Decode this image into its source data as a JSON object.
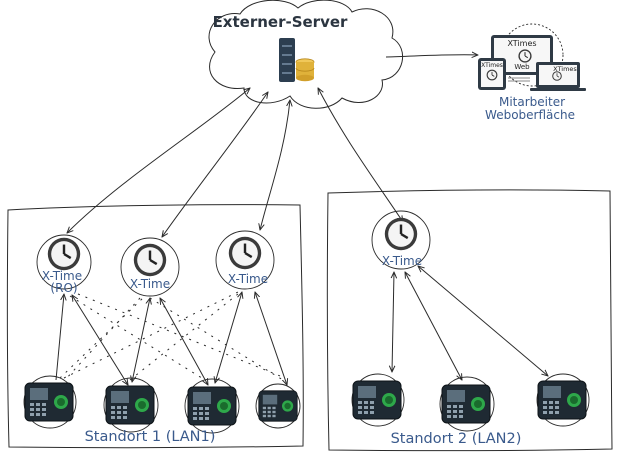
{
  "server": {
    "title": "Externer-Server",
    "icon": "server-database-icon"
  },
  "web": {
    "line1": "Mitarbeiter",
    "line2": "Weboberfläche",
    "device_label_a": "XTimes",
    "device_label_b": "Web",
    "icon": "devices-icon"
  },
  "site1": {
    "label": "Standort 1 (LAN1)",
    "clocks": [
      {
        "label_line1": "X-Time",
        "label_line2": "(RO)"
      },
      {
        "label_line1": "X-Time",
        "label_line2": ""
      },
      {
        "label_line1": "X-Time",
        "label_line2": ""
      }
    ],
    "terminal_icon": "time-terminal-icon",
    "terminal_count": 4
  },
  "site2": {
    "label": "Standort 2 (LAN2)",
    "clocks": [
      {
        "label_line1": "X-Time",
        "label_line2": ""
      }
    ],
    "terminal_icon": "time-terminal-icon",
    "terminal_count": 3
  },
  "colors": {
    "ink": "#2b2b2b",
    "label_blue": "#3a5a8c",
    "server_dark": "#2c3e50",
    "database_gold": "#e0b23a",
    "terminal_body": "#1f2a33",
    "terminal_green": "#2ea84a"
  }
}
